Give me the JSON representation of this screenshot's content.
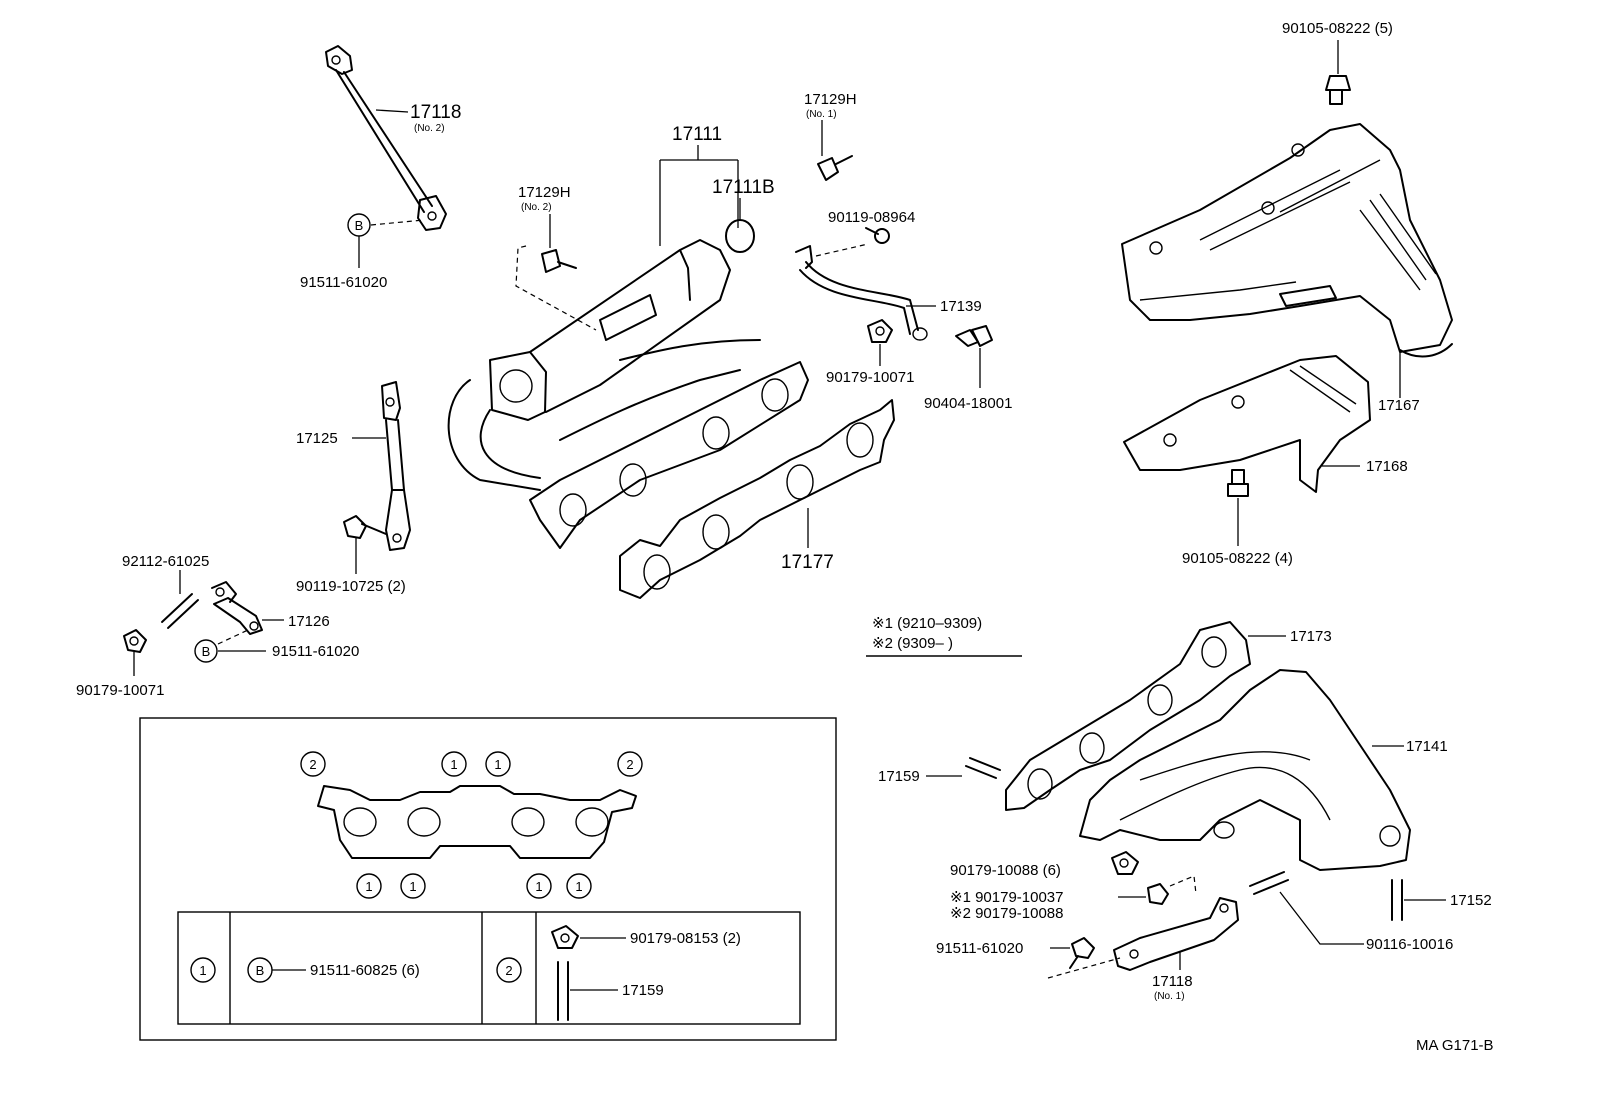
{
  "labels": {
    "p17118_no2": "17118",
    "p17118_no2_sub": "(No. 2)",
    "p91511_a": "91511-61020",
    "p17111": "17111",
    "p17111B": "17111B",
    "p17129H_no1": "17129H",
    "p17129H_no1_sub": "(No. 1)",
    "p17129H_no2": "17129H",
    "p17129H_no2_sub": "(No. 2)",
    "p90119_08964": "90119-08964",
    "p17139": "17139",
    "p90179_10071_a": "90179-10071",
    "p90404_18001": "90404-18001",
    "p17125": "17125",
    "p90119_10725": "90119-10725 (2)",
    "p92112_61025": "92112-61025",
    "p17126": "17126",
    "p91511_b": "91511-61020",
    "p90179_10071_b": "90179-10071",
    "p17177": "17177",
    "p90105_08222_5": "90105-08222 (5)",
    "p17167": "17167",
    "p17168": "17168",
    "p90105_08222_4": "90105-08222 (4)",
    "note1": "※1 (9210–9309)",
    "note2": "※2 (9309–        )",
    "p17173": "17173",
    "p17141": "17141",
    "p17159_a": "17159",
    "p90179_10088": "90179-10088 (6)",
    "p90179_10037": "※1 90179-10037",
    "p90179_10088_b": "※2 90179-10088",
    "p17152": "17152",
    "p91511_c": "91511-61020",
    "p90116_10016": "90116-10016",
    "p17118_no1": "17118",
    "p17118_no1_sub": "(No. 1)",
    "p91511_60825": "91511-60825 (6)",
    "p90179_08153": "90179-08153 (2)",
    "p17159_b": "17159",
    "diagram_code": "MA G171-B"
  },
  "markers": {
    "b": "B",
    "one": "1",
    "two": "2"
  }
}
